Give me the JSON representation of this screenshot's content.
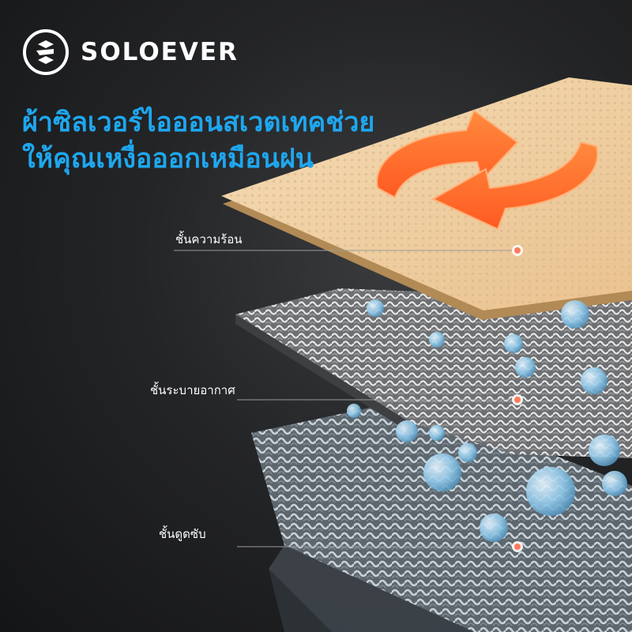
{
  "brand": {
    "name": "SOLOEVER",
    "logo_icon": "soloever-logo-icon"
  },
  "headline": {
    "line1": "ผ้าซิลเวอร์ไอออนสเวตเทคช่วย",
    "line2": "ให้คุณเหงื่อออกเหมือนฝน"
  },
  "layers": [
    {
      "label": "ชั้นความร้อน"
    },
    {
      "label": "ชั้นระบายอากาศ"
    },
    {
      "label": "ชั้นดูดซับ"
    }
  ],
  "colors": {
    "background": "#1b1c1e",
    "headline": "#1ea7ef",
    "arrows": "#ff6a2a",
    "top_fabric": "#f2d3a7",
    "marker": "#ff7b5c",
    "droplet": "#8fc7e8"
  },
  "icons": [
    "soloever-logo-icon",
    "circular-arrows-icon",
    "water-droplet-icon",
    "marker-dot-icon"
  ]
}
